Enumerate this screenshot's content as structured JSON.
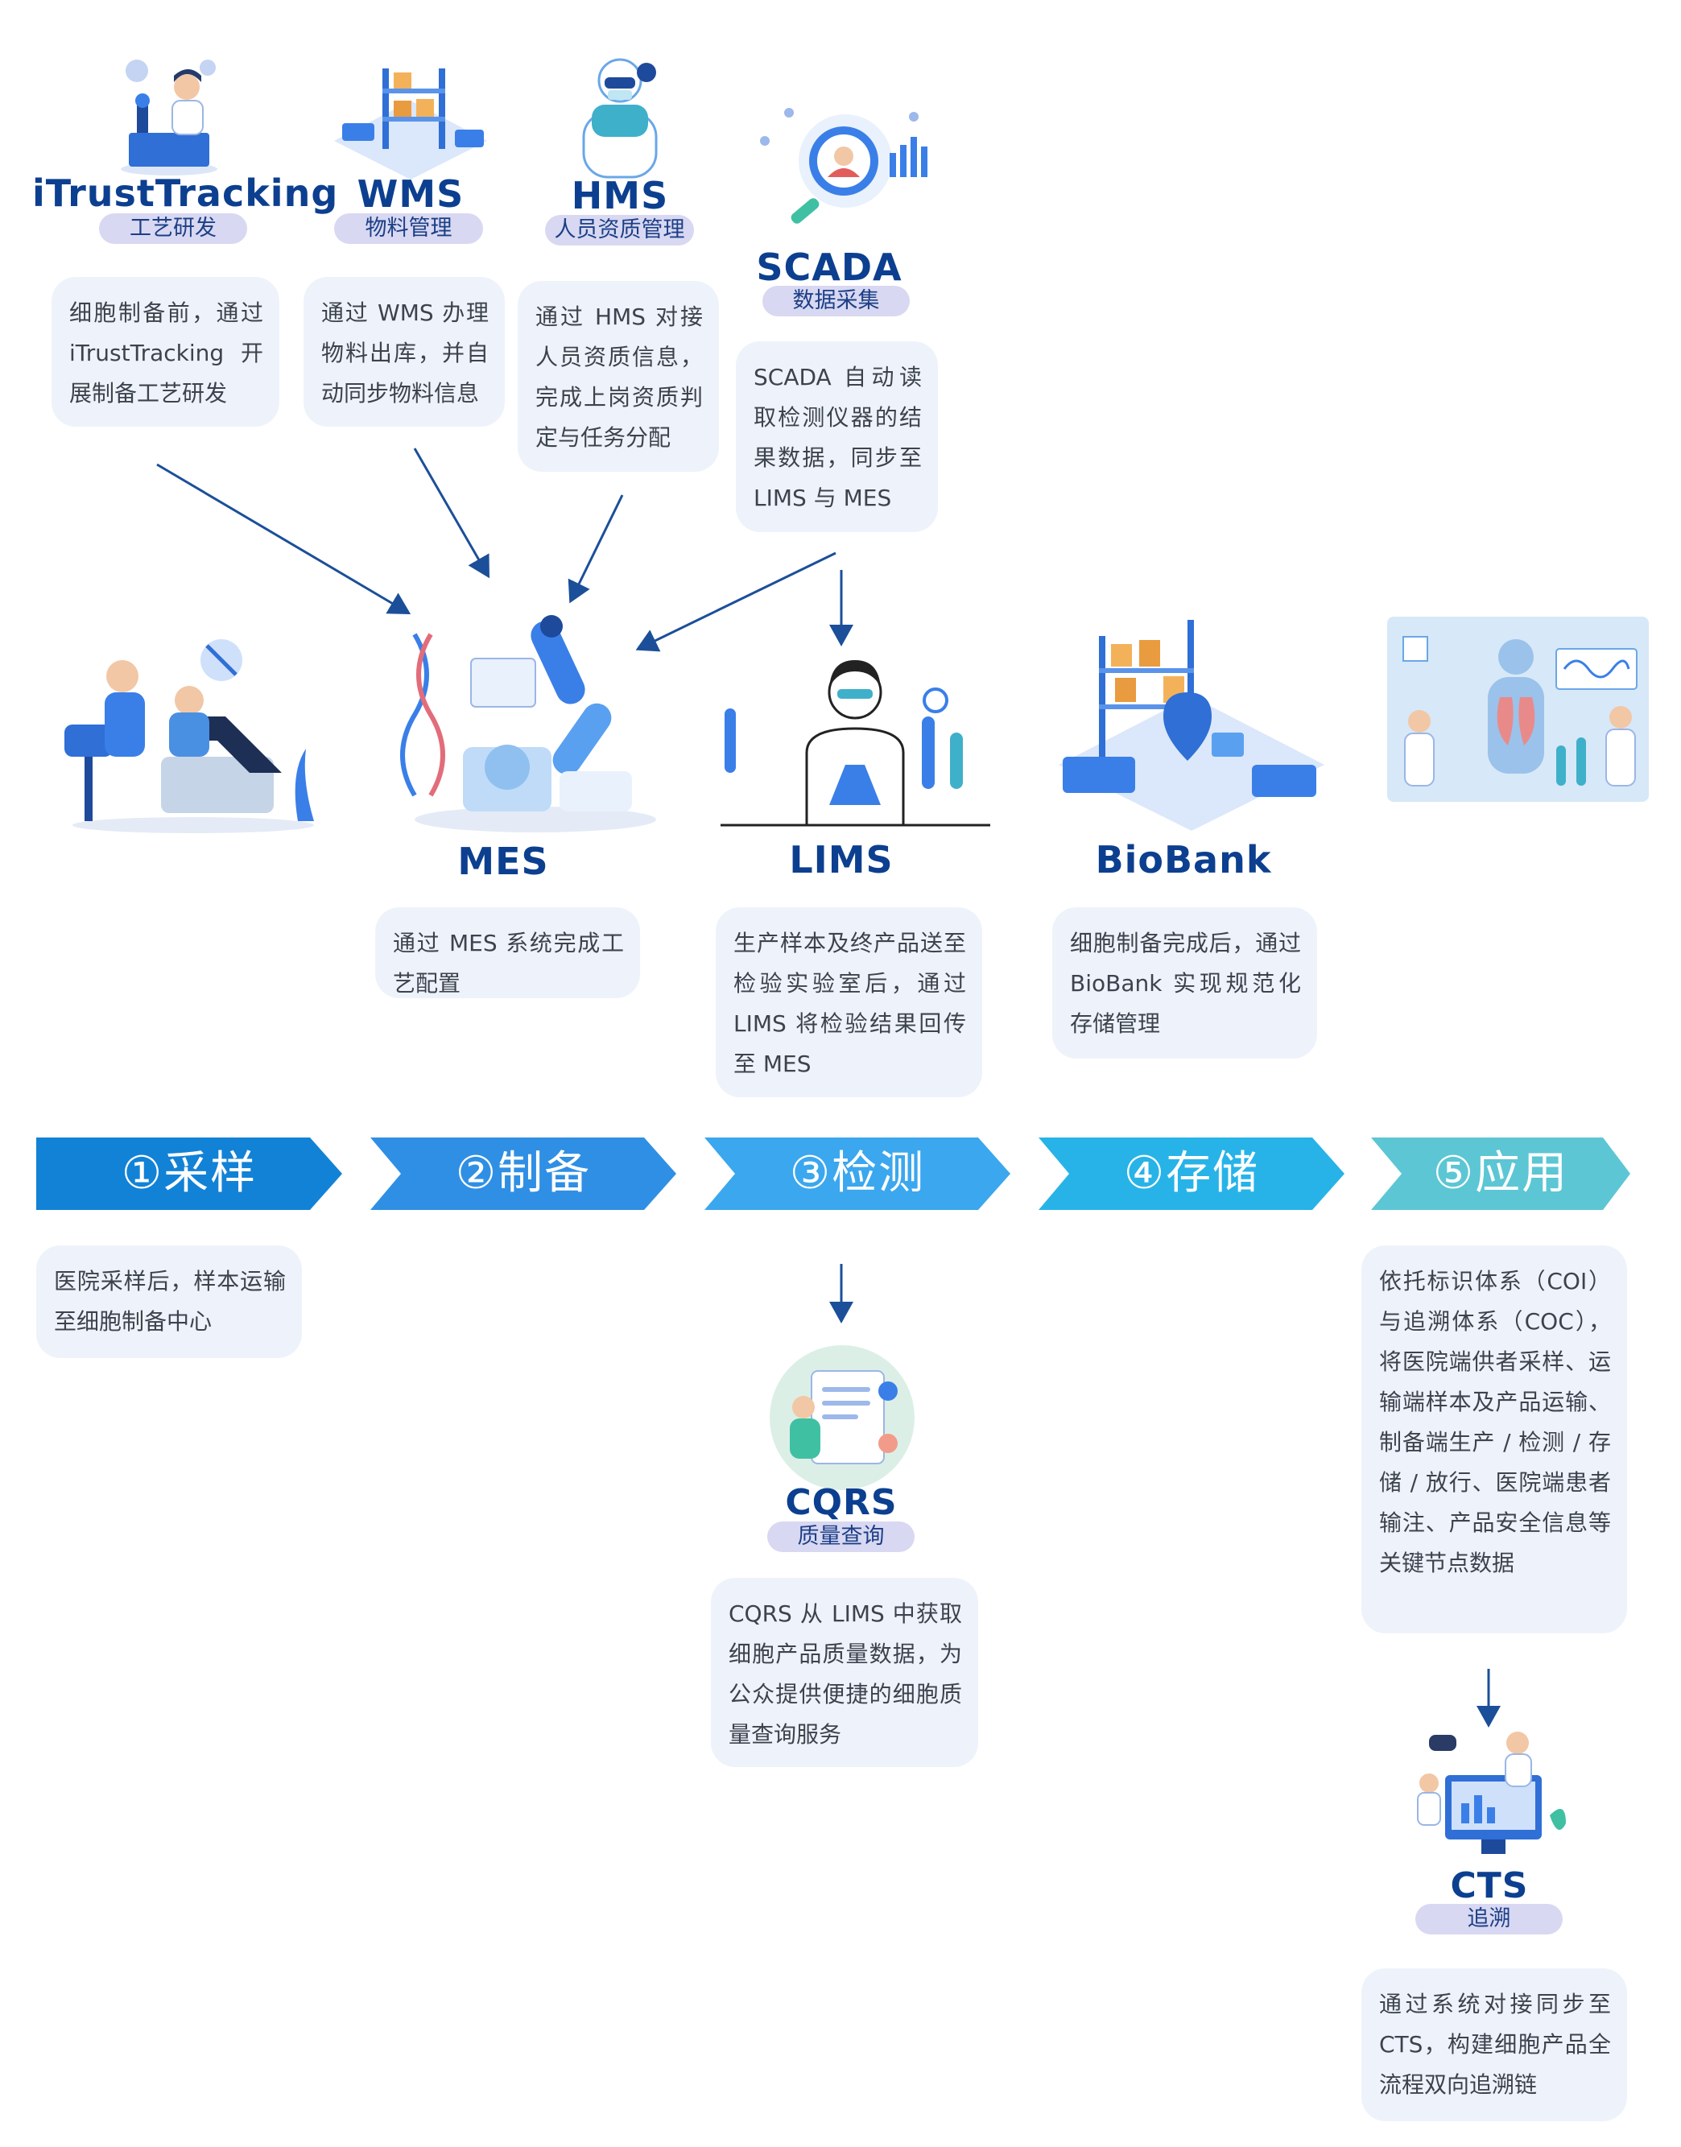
{
  "colors": {
    "navy": "#0c3f8f",
    "tag_bg": "#d8d8f2",
    "card_bg": "#eef3fb",
    "stage1": "#1282d6",
    "stage2": "#2f8fe4",
    "stage3": "#3ba7ee",
    "stage4": "#27b3e8",
    "stage5": "#5cc6d4",
    "arrow": "#1b4f99"
  },
  "systems": {
    "itrust": {
      "name": "iTrustTracking",
      "tag": "工艺研发",
      "desc": "细胞制备前，通过 iTrustTracking 开展制备工艺研发",
      "icon": "microscope-scientist-icon"
    },
    "wms": {
      "name": "WMS",
      "tag": "物料管理",
      "desc": "通过 WMS 办理物料出库，并自动同步物料信息",
      "icon": "warehouse-shelf-icon"
    },
    "hms": {
      "name": "HMS",
      "tag": "人员资质管理",
      "desc": "通过 HMS 对接人员资质信息，完成上岗资质判定与任务分配",
      "icon": "protective-staff-icon"
    },
    "scada": {
      "name": "SCADA",
      "tag": "数据采集",
      "desc": "SCADA 自动读取检测仪器的结果数据，同步至 LIMS 与 MES",
      "icon": "magnifier-data-icon"
    },
    "mes": {
      "name": "MES",
      "desc": "通过 MES 系统完成工艺配置",
      "icon": "robot-arm-dna-icon"
    },
    "lims": {
      "name": "LIMS",
      "desc": "生产样本及终产品送至检验实验室后，通过 LIMS 将检验结果回传至 MES",
      "icon": "lab-scientist-icon"
    },
    "biobank": {
      "name": "BioBank",
      "desc": "细胞制备完成后，通过 BioBank 实现规范化存储管理",
      "icon": "storage-rack-icon"
    },
    "cqrs": {
      "name": "CQRS",
      "tag": "质量查询",
      "desc": "CQRS 从 LIMS 中获取细胞产品质量数据，为公众提供便捷的细胞质量查询服务",
      "icon": "quality-report-icon"
    },
    "cts": {
      "name": "CTS",
      "tag": "追溯",
      "desc": "通过系统对接同步至 CTS，构建细胞产品全流程双向追溯链",
      "icon": "trace-monitor-icon"
    }
  },
  "stages": [
    {
      "label": "①采样"
    },
    {
      "label": "②制备"
    },
    {
      "label": "③检测"
    },
    {
      "label": "④存储"
    },
    {
      "label": "⑤应用"
    }
  ],
  "sampling_desc": "医院采样后，样本运输至细胞制备中心",
  "application_desc": "依托标识体系（COI）与追溯体系（COC），将医院端供者采样、运输端样本及产品运输、制备端生产 / 检测 / 存储 / 放行、医院端患者输注、产品安全信息等关键节点数据",
  "illustrations": {
    "sampling": "blood-draw-icon",
    "application": "medical-research-icon"
  }
}
